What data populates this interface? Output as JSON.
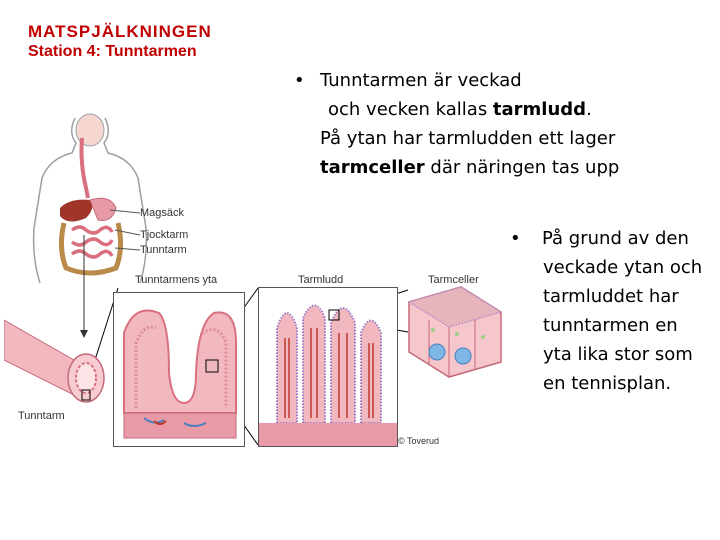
{
  "title": {
    "line1": "MATSPJÄLKNINGEN",
    "line2": "Station 4: Tunntarmen"
  },
  "bullet1": {
    "line1": "Tunntarmen är veckad",
    "line2_pre": "och vecken kallas ",
    "line2_bold": "tarmludd",
    "line2_post": ".",
    "line3": "På ytan har tarmludden ett lager",
    "line4_bold": "tarmceller",
    "line4_post": " där näringen tas upp"
  },
  "bullet2": {
    "lines": [
      "På grund av den",
      "veckade ytan och",
      "tarmluddet har",
      "tunntarmen en",
      "yta lika stor som",
      "en tennisplan."
    ]
  },
  "figure": {
    "labels": {
      "magsack": "Magsäck",
      "tjocktarm": "Tjocktarm",
      "tunntarm_top": "Tunntarm",
      "tunntarmens_yta": "Tunntarmens yta",
      "tarmludd": "Tarmludd",
      "tarmceller": "Tarmceller",
      "tunntarm_bottom": "Tunntarm",
      "copyright": "© Toverud"
    },
    "colors": {
      "title": "#c00000",
      "tissue_pink": "#f2b8c0",
      "tissue_dark": "#d9707f",
      "body_outline": "#9aa0a6",
      "liver": "#a0352a",
      "cell_nucleus": "#7fb7e6"
    }
  }
}
